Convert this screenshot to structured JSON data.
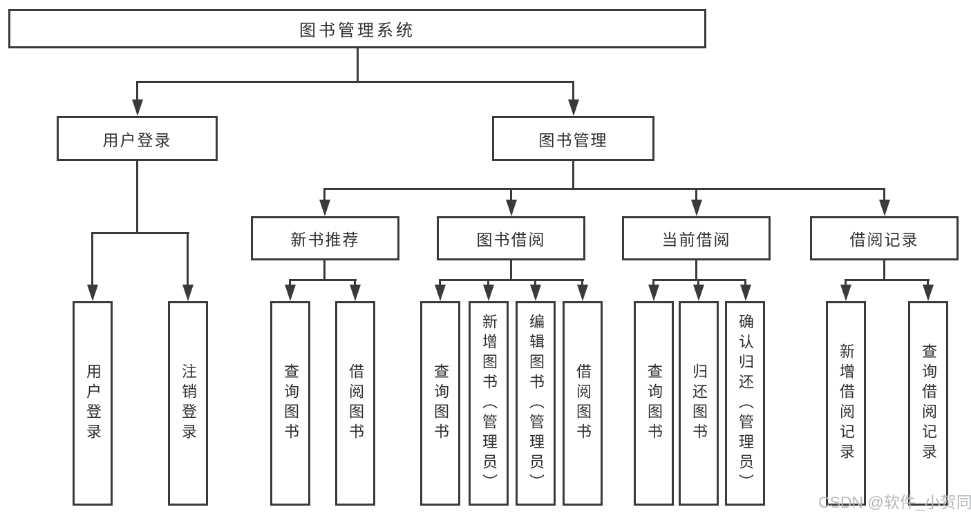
{
  "diagram": {
    "root": {
      "label": "图书管理系统"
    },
    "level2": {
      "user_login": {
        "label": "用户登录"
      },
      "book_mgmt": {
        "label": "图书管理"
      }
    },
    "level3": {
      "new_books": {
        "label": "新书推荐"
      },
      "borrowing": {
        "label": "图书借阅"
      },
      "current": {
        "label": "当前借阅"
      },
      "records": {
        "label": "借阅记录"
      }
    },
    "leaves": {
      "user_login": [
        "用户登录",
        "注销登录"
      ],
      "new_books": [
        "查询图书",
        "借阅图书"
      ],
      "borrowing": [
        "查询图书",
        "新增图书（管理员）",
        "编辑图书（管理员）",
        "借阅图书"
      ],
      "current": [
        "查询图书",
        "归还图书",
        "确认归还（管理员）"
      ],
      "records": [
        "新增借阅记录",
        "查询借阅记录"
      ]
    },
    "watermark": "CSDN @软件_小贺同学",
    "colors": {
      "line": "#3a3a3a",
      "text": "#2f2f2f",
      "watermark": "#b5b8bb",
      "background": "#ffffff"
    }
  }
}
